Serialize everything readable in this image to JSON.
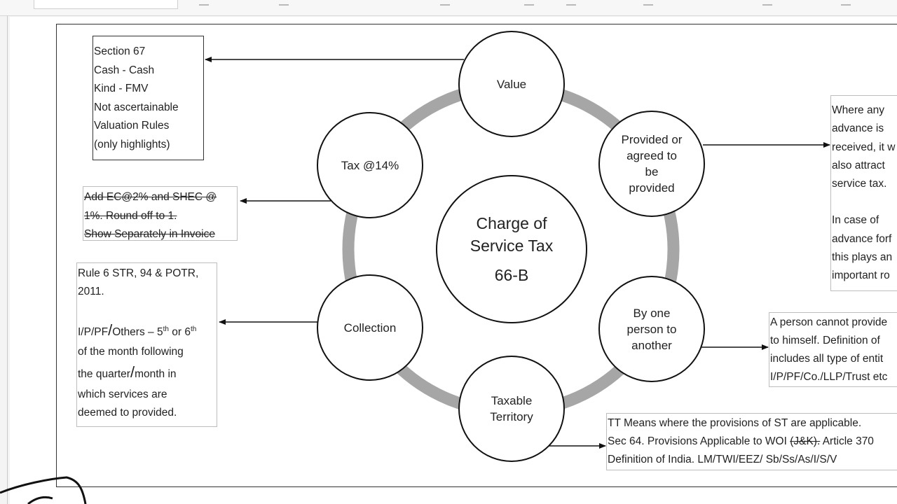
{
  "diagram": {
    "center": {
      "line1": "Charge of",
      "line2": "Service Tax",
      "line3": "66-B"
    },
    "nodes": {
      "value": "Value",
      "provided": "Provided or\nagreed to\nbe\nprovided",
      "person": "By  one\nperson to\nanother",
      "territory": "Taxable\nTerritory",
      "collection": "Collection",
      "tax": "Tax @14%"
    },
    "notes": {
      "valuation": [
        "Section 67",
        "Cash - Cash",
        "Kind - FMV",
        "Not ascertainable",
        "Valuation Rules",
        "(only highlights)"
      ],
      "cess": [
        "Add EC@2% and SHEC @",
        "1%. Round off to 1.",
        "Show Separately in Invoice"
      ],
      "collection": {
        "l1": "Rule 6 STR, 94 & POTR,",
        "l2": "2011.",
        "l3_a": "I/P/PF",
        "slash": "/",
        "l3_b": "Others – 5",
        "sup_th": "th",
        "or": " or 6",
        "sup_th2": "th",
        "l4": "of the month following",
        "l5_a": "the quarter",
        "l5_b": "month in",
        "l6": "which services are",
        "l7": "deemed to provided."
      },
      "advance": [
        "Where any",
        "advance is",
        "received, it w",
        "also attract",
        "service tax.",
        "",
        "In case of",
        "advance forf",
        "this plays an",
        "important ro"
      ],
      "person": [
        "A person cannot provide",
        "to himself.  Definition of",
        "includes all type of entit",
        "I/P/PF/Co./LLP/Trust etc"
      ],
      "territory": {
        "l1": "TT Means where the provisions of ST are applicable.",
        "l2_a": "Sec 64. Provisions Applicable to WOI ",
        "l2_strike": "(J&K).",
        "l2_b": " Article 370",
        "l3": "Definition of India. LM/TWI/EEZ/ Sb/Ss/As/I/S/V"
      }
    }
  }
}
